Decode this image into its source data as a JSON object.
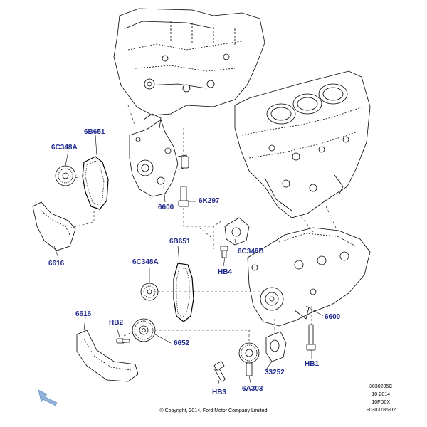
{
  "callouts": {
    "c_6c348a_top": "6C348A",
    "c_6b651_top": "6B651",
    "c_6600_top": "6600",
    "c_6k297": "6K297",
    "c_6616_top": "6616",
    "c_6c348b": "6C348B",
    "c_hb4": "HB4",
    "c_6b651_mid": "6B651",
    "c_6c348a_mid": "6C348A",
    "c_6600_right": "6600",
    "c_6616_bottom": "6616",
    "c_hb2": "HB2",
    "c_6652": "6652",
    "c_33252": "33252",
    "c_hb1": "HB1",
    "c_hb3": "HB3",
    "c_6a303": "6A303"
  },
  "reference": {
    "line1": "3030205C",
    "line2": "10-2014",
    "line3": "10FD0X",
    "line4": "F0303786-02"
  },
  "copyright": "© Copyright, 2014, Ford Motor Company Limited",
  "colors": {
    "callout": "#1f2a8c",
    "line": "#000000",
    "arrow": "#8fb3d9"
  },
  "icons": {
    "direction_arrow": "front-direction-arrow-icon"
  }
}
